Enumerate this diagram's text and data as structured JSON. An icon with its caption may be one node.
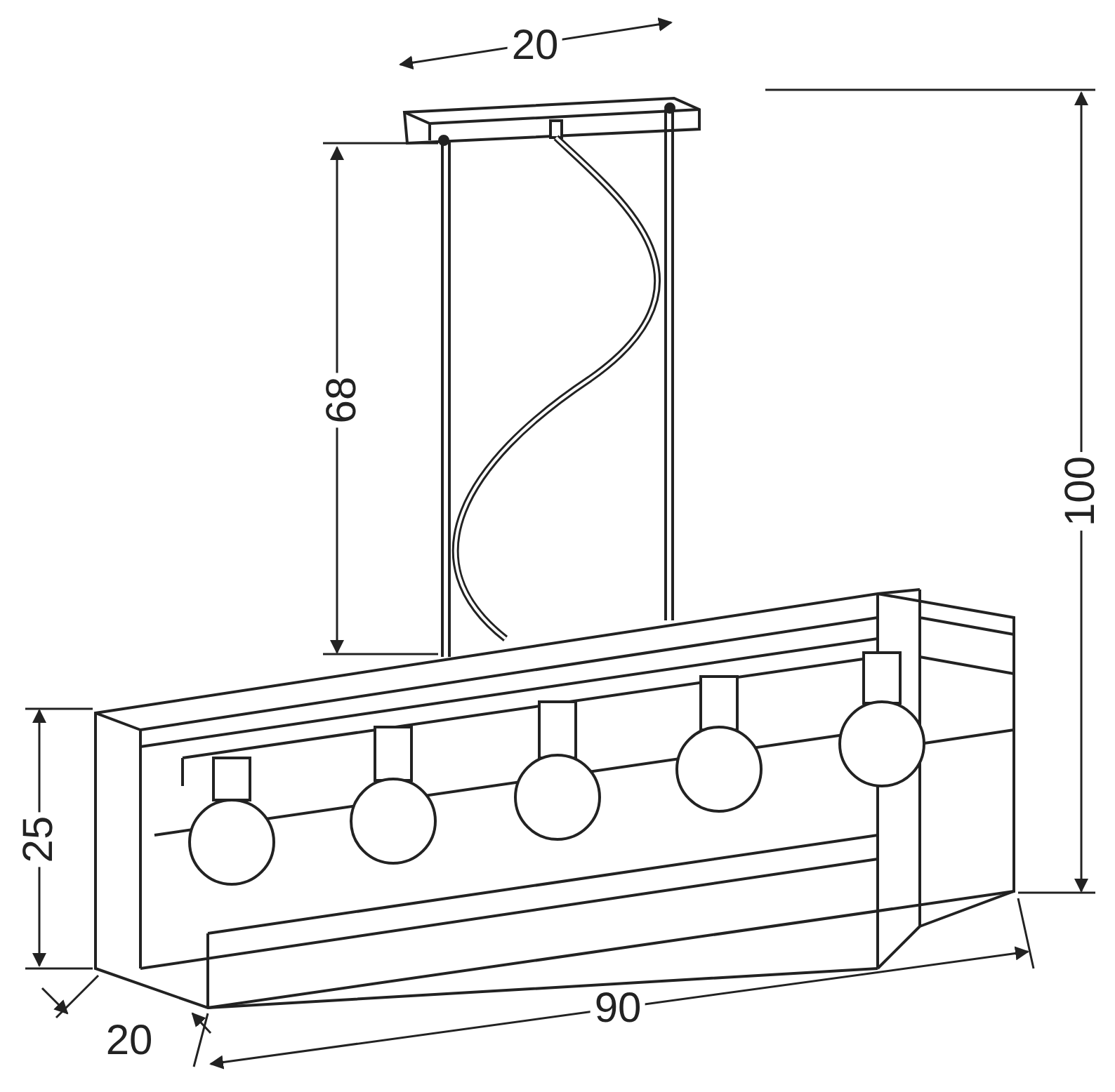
{
  "diagram": {
    "labels": [
      "20",
      "68",
      "100",
      "25",
      "20",
      "90"
    ]
  }
}
